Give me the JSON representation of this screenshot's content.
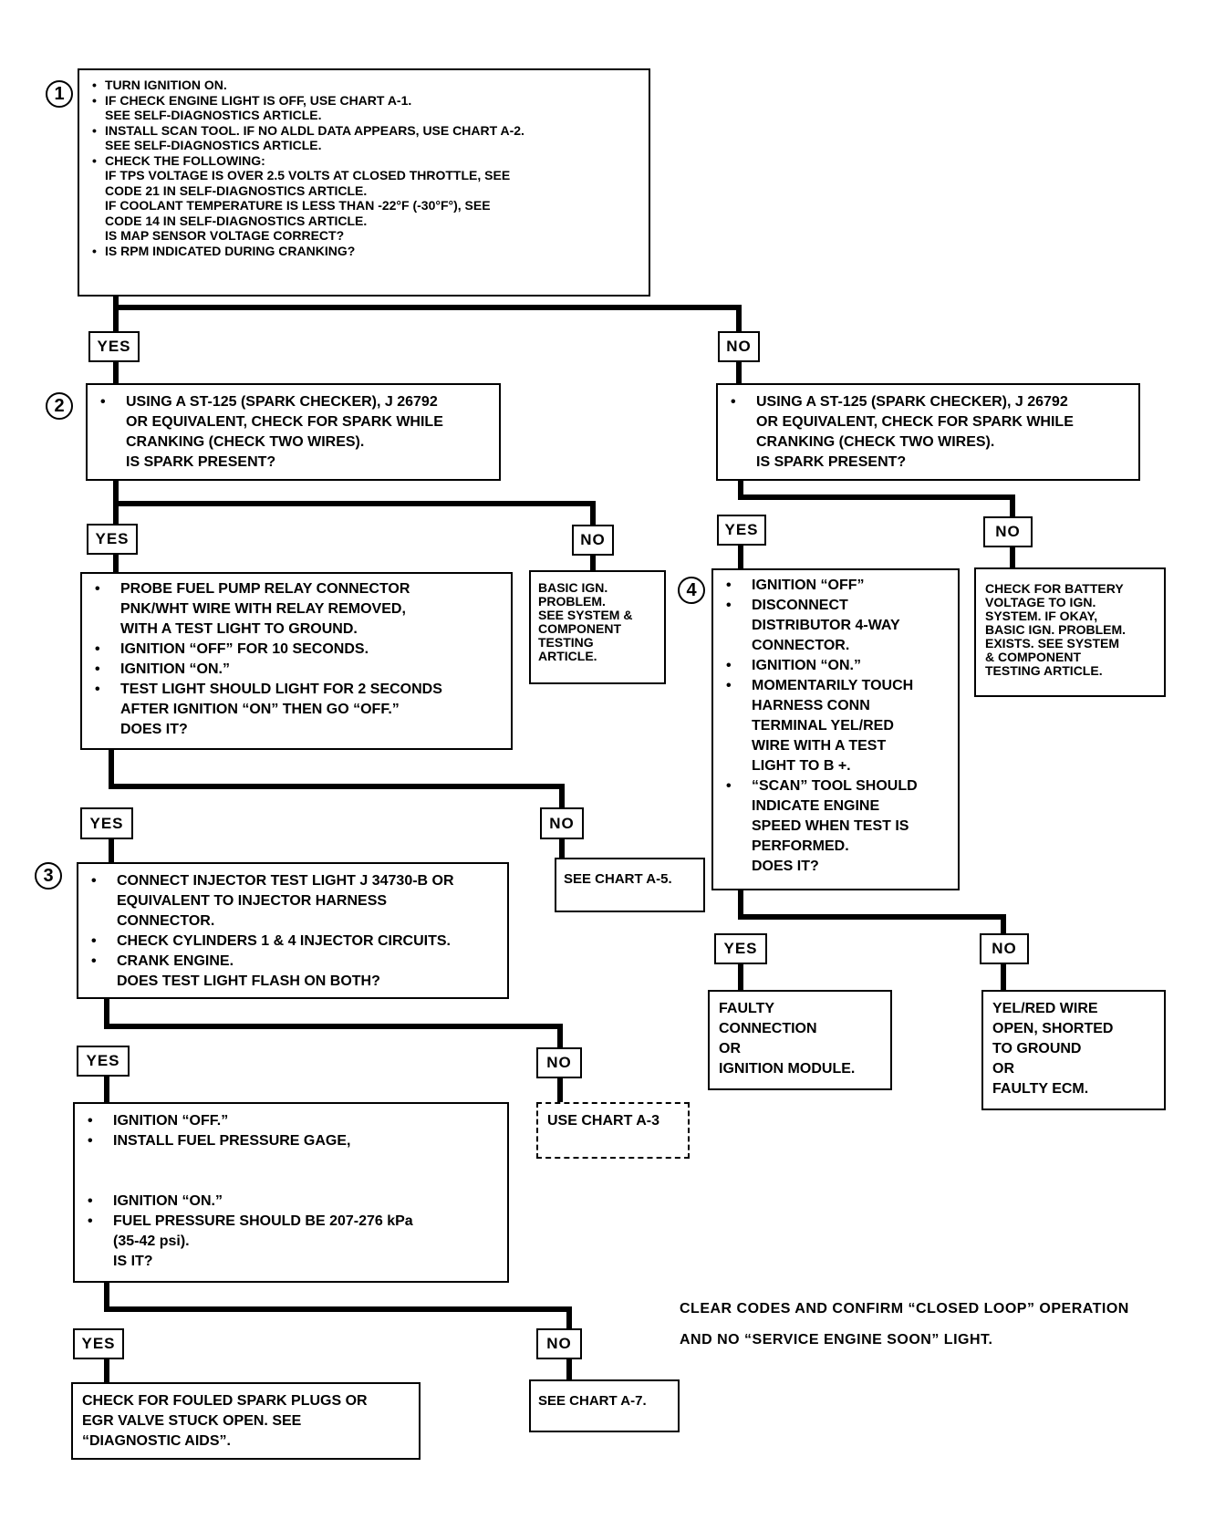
{
  "step_markers": [
    "1",
    "2",
    "3",
    "4"
  ],
  "box1": {
    "items": [
      "TURN IGNITION ON.",
      "IF CHECK ENGINE LIGHT IS OFF, USE CHART A-1.\nSEE SELF-DIAGNOSTICS ARTICLE.",
      "INSTALL SCAN TOOL. IF NO ALDL DATA APPEARS, USE CHART A-2.\nSEE SELF-DIAGNOSTICS ARTICLE.",
      "CHECK THE FOLLOWING:\n   IF TPS VOLTAGE IS OVER 2.5 VOLTS AT CLOSED THROTTLE, SEE\n   CODE 21 IN SELF-DIAGNOSTICS ARTICLE.\n   IF COOLANT TEMPERATURE IS LESS THAN -22°F (-30°F°), SEE\n   CODE 14 IN SELF-DIAGNOSTICS ARTICLE.\n   IS MAP SENSOR VOLTAGE CORRECT?",
      "IS RPM INDICATED DURING CRANKING?"
    ]
  },
  "labels": {
    "yes": "YES",
    "no": "NO"
  },
  "box2_left": {
    "items": [
      "USING A ST-125 (SPARK CHECKER), J 26792\nOR EQUIVALENT, CHECK FOR SPARK WHILE\nCRANKING (CHECK TWO WIRES).\nIS SPARK PRESENT?"
    ]
  },
  "box2_right": {
    "items": [
      "USING A ST-125 (SPARK CHECKER), J 26792\nOR EQUIVALENT, CHECK FOR SPARK WHILE\nCRANKING (CHECK TWO WIRES).\nIS SPARK PRESENT?"
    ]
  },
  "box_basic_ign": {
    "text": "BASIC IGN.\nPROBLEM.\nSEE SYSTEM &\nCOMPONENT\nTESTING\nARTICLE."
  },
  "box_fuel_pump": {
    "items": [
      "PROBE FUEL PUMP RELAY CONNECTOR\nPNK/WHT WIRE WITH RELAY REMOVED,\nWITH A TEST LIGHT TO GROUND.",
      "IGNITION “OFF” FOR 10 SECONDS.",
      "IGNITION “ON.”",
      "TEST LIGHT SHOULD LIGHT FOR 2 SECONDS\nAFTER IGNITION “ON” THEN GO “OFF.”\nDOES IT?"
    ]
  },
  "box_step4": {
    "items": [
      "IGNITION “OFF”",
      "DISCONNECT\nDISTRIBUTOR 4-WAY\nCONNECTOR.",
      "IGNITION “ON.”",
      "MOMENTARILY TOUCH\nHARNESS CONN\nTERMINAL YEL/RED\nWIRE WITH A TEST\nLIGHT TO B +.",
      "“SCAN” TOOL SHOULD\nINDICATE ENGINE\nSPEED WHEN TEST IS\nPERFORMED.\nDOES IT?"
    ]
  },
  "box_battery": {
    "text": "CHECK FOR BATTERY\nVOLTAGE TO IGN.\nSYSTEM. IF OKAY,\nBASIC IGN. PROBLEM.\nEXISTS. SEE SYSTEM\n& COMPONENT\nTESTING ARTICLE."
  },
  "box_chart_a5": {
    "text": "SEE CHART A-5."
  },
  "box_injector": {
    "items": [
      "CONNECT INJECTOR TEST LIGHT J 34730-B OR\nEQUIVALENT TO INJECTOR HARNESS\nCONNECTOR.",
      "CHECK CYLINDERS 1 & 4 INJECTOR CIRCUITS.",
      "CRANK ENGINE.\nDOES TEST LIGHT FLASH ON BOTH?"
    ]
  },
  "box_faulty_conn": {
    "text": "FAULTY\nCONNECTION\nOR\nIGNITION MODULE."
  },
  "box_yelred": {
    "text": "YEL/RED WIRE\nOPEN, SHORTED\nTO GROUND\nOR\nFAULTY ECM."
  },
  "box_chart_a3": {
    "text": "USE CHART A-3"
  },
  "box_fuel_pressure": {
    "items": [
      "IGNITION “OFF.”",
      "INSTALL FUEL PRESSURE GAGE,",
      "IGNITION “ON.”",
      "FUEL PRESSURE SHOULD BE 207-276 kPa\n(35-42 psi).\nIS IT?"
    ]
  },
  "box_spark_plugs": {
    "text": "CHECK FOR FOULED SPARK PLUGS OR\nEGR VALVE STUCK OPEN.  SEE\n“DIAGNOSTIC AIDS”."
  },
  "box_chart_a7": {
    "text": "SEE CHART A-7."
  },
  "note": {
    "text": "CLEAR CODES AND CONFIRM “CLOSED LOOP”  OPERATION\nAND NO “SERVICE ENGINE SOON” LIGHT."
  }
}
